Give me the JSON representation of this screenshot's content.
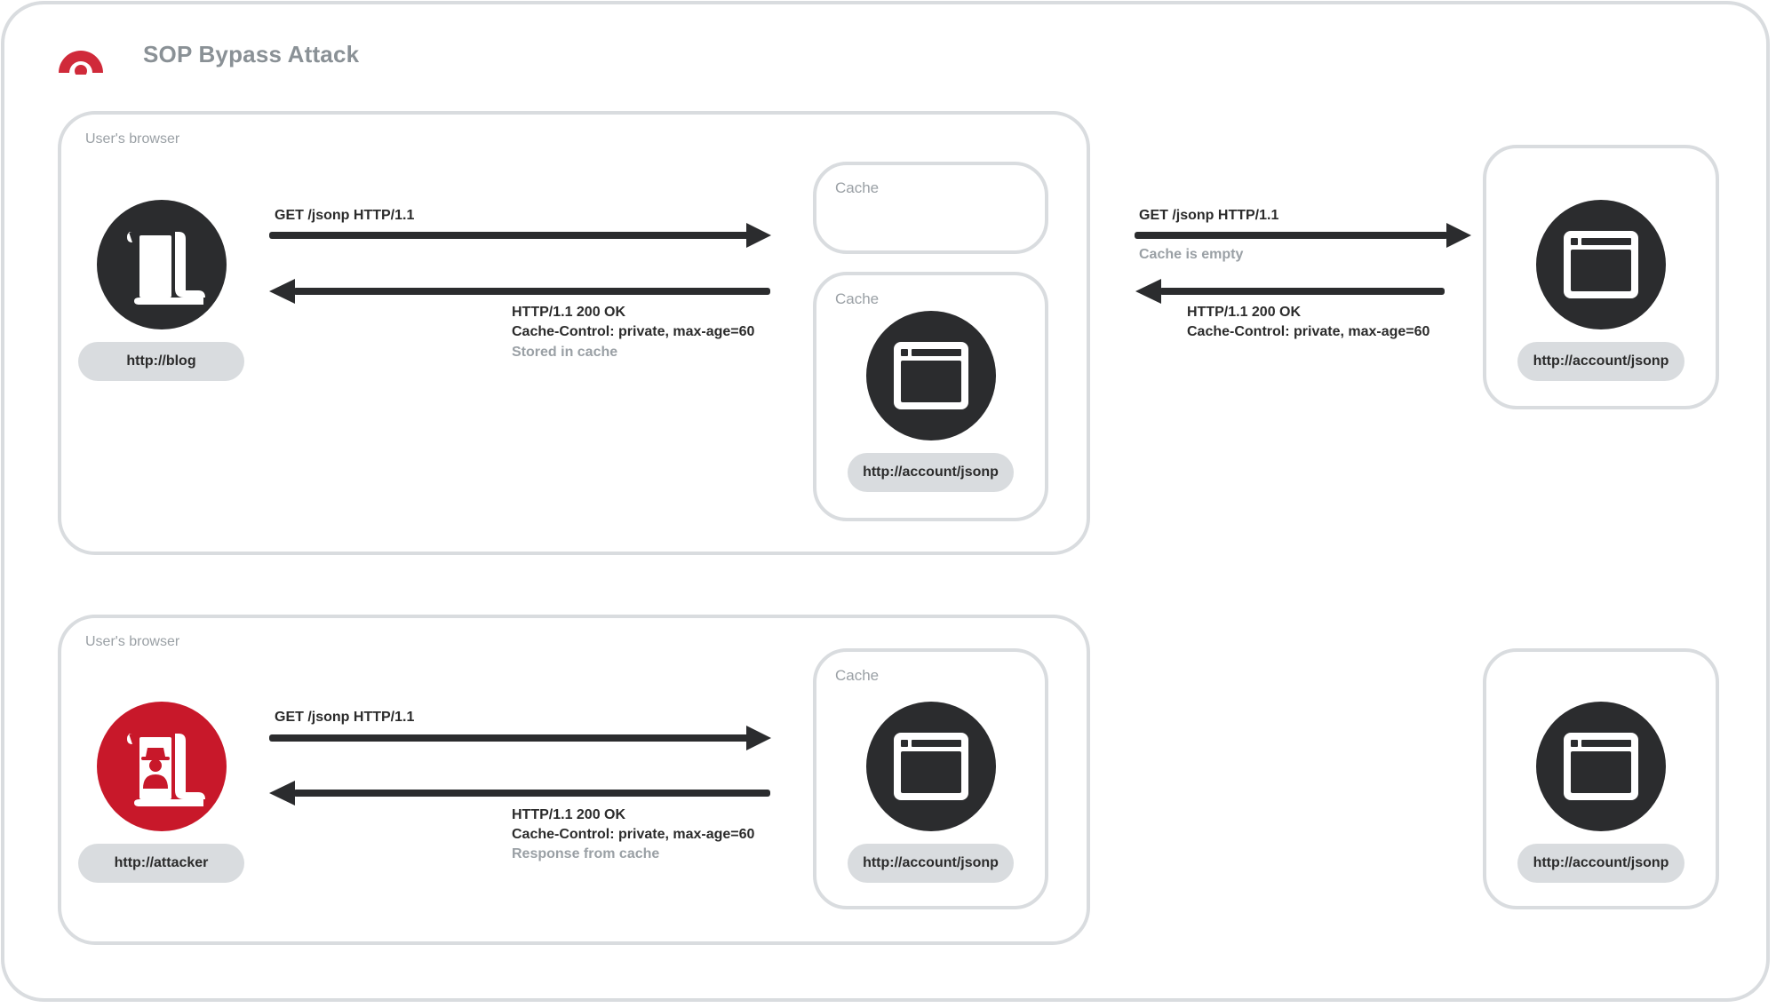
{
  "header": {
    "title": "SOP Bypass Attack",
    "logo_icon": "logo-icon"
  },
  "colors": {
    "dark": "#2b2c2e",
    "accent": "#c8182a",
    "border": "#d9dcdf",
    "muted": "#9aa0a5"
  },
  "top_panel": {
    "label": "User's browser",
    "client_url": "http://blog",
    "client_icon": "document-scroll-icon",
    "request": "GET /jsonp HTTP/1.1",
    "response_status": "HTTP/1.1 200 OK",
    "response_header": "Cache-Control: private, max-age=60",
    "response_note": "Stored in cache",
    "cache_empty_label": "Cache",
    "cache_label": "Cache",
    "cache_url": "http://account/jsonp",
    "cache_icon": "browser-window-icon"
  },
  "top_external": {
    "request": "GET /jsonp HTTP/1.1",
    "request_note": "Cache is empty",
    "response_status": "HTTP/1.1 200 OK",
    "response_header": "Cache-Control: private, max-age=60",
    "server_url": "http://account/jsonp",
    "server_icon": "browser-window-icon"
  },
  "bottom_panel": {
    "label": "User's browser",
    "client_url": "http://attacker",
    "client_icon": "spy-document-icon",
    "request": "GET /jsonp HTTP/1.1",
    "response_status": "HTTP/1.1 200 OK",
    "response_header": "Cache-Control: private, max-age=60",
    "response_note": "Response from cache",
    "cache_label": "Cache",
    "cache_url": "http://account/jsonp",
    "cache_icon": "browser-window-icon"
  },
  "bottom_external": {
    "server_url": "http://account/jsonp",
    "server_icon": "browser-window-icon"
  }
}
